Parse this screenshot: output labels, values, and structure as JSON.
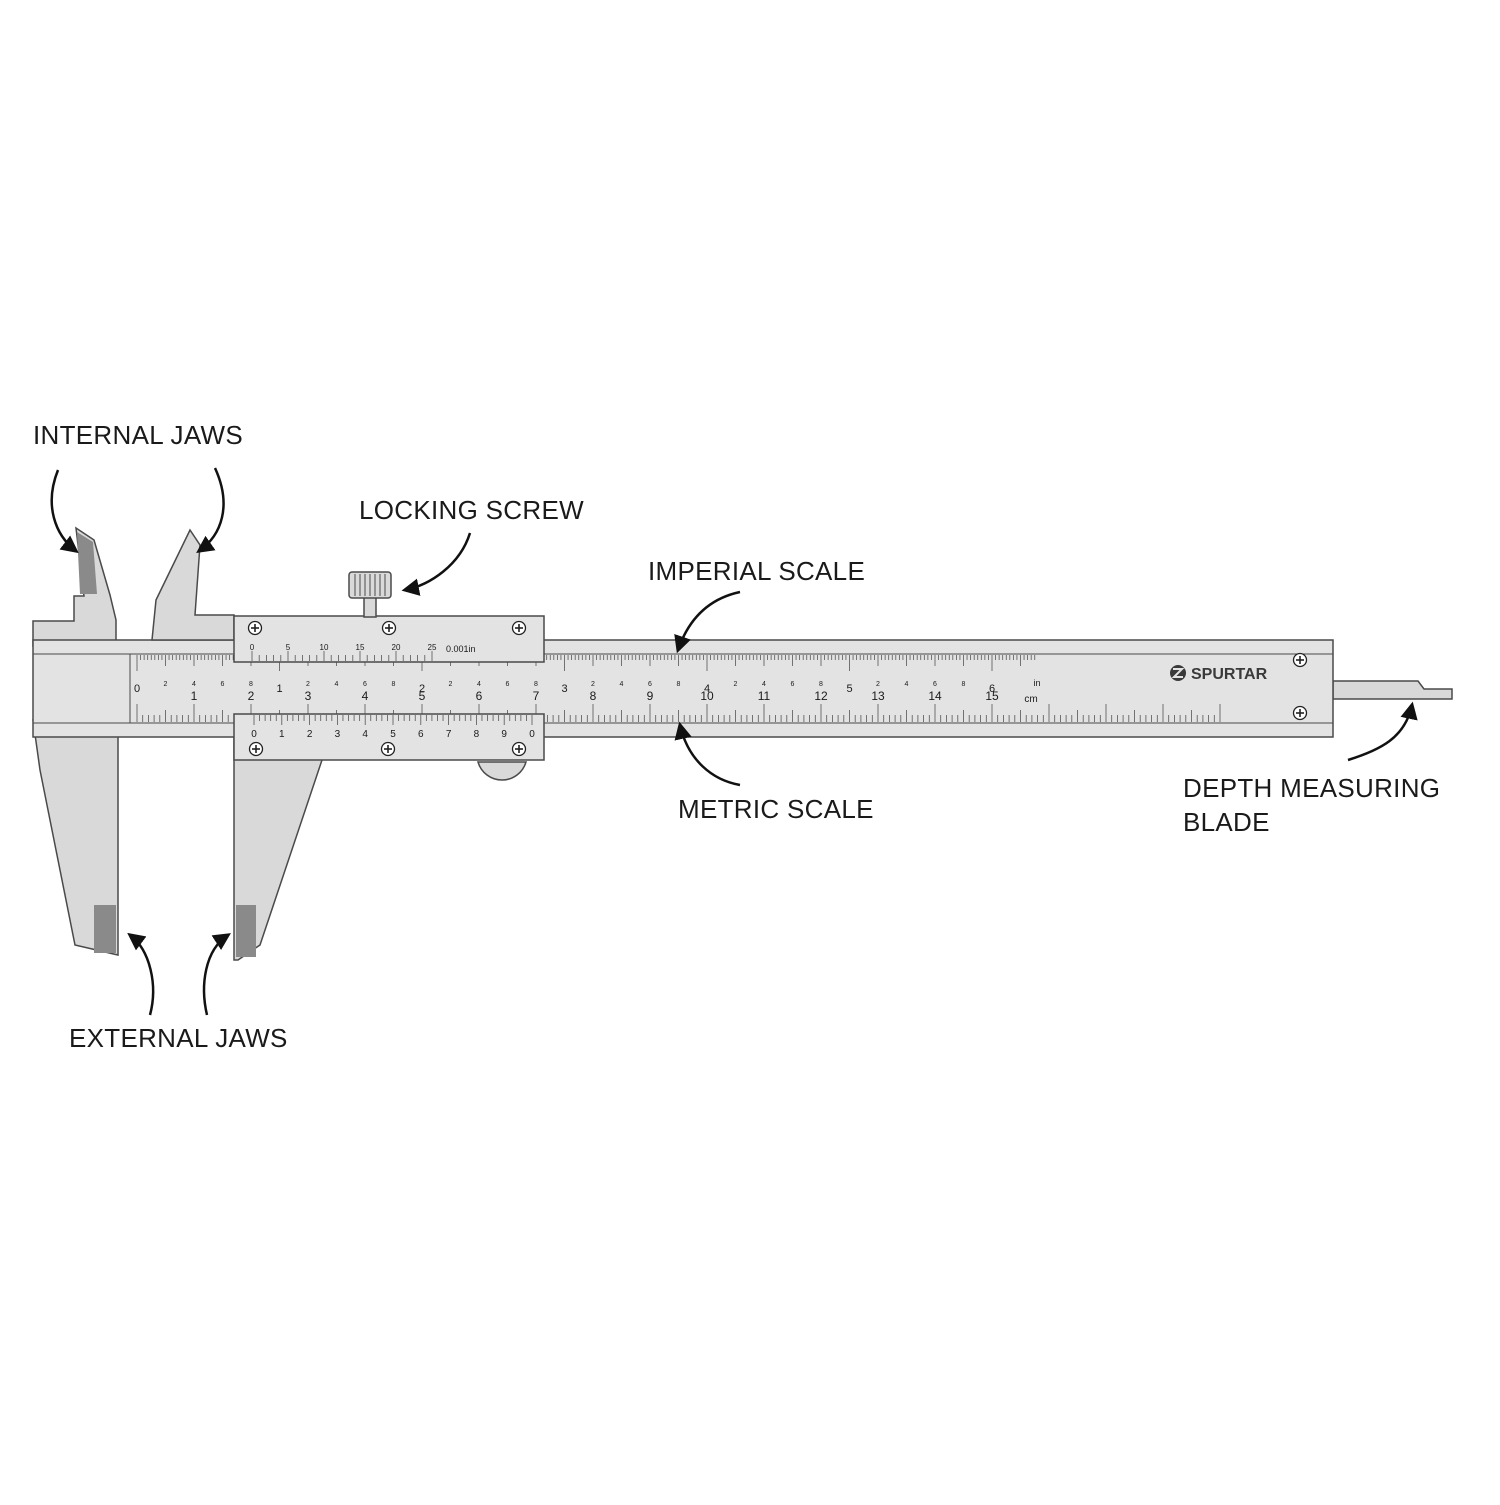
{
  "labels": {
    "internal_jaws": "INTERNAL JAWS",
    "locking_screw": "LOCKING SCREW",
    "imperial_scale": "IMPERIAL SCALE",
    "metric_scale": "METRIC SCALE",
    "external_jaws": "EXTERNAL JAWS",
    "depth_blade_line1": "DEPTH MEASURING",
    "depth_blade_line2": "BLADE"
  },
  "brand": "SPURTAR",
  "imperial_vernier": {
    "ticks": [
      "0",
      "5",
      "10",
      "15",
      "20",
      "25"
    ],
    "resolution": "0.001in"
  },
  "metric_vernier": {
    "ticks": [
      "0",
      "1",
      "2",
      "3",
      "4",
      "5",
      "6",
      "7",
      "8",
      "9",
      "0"
    ]
  },
  "main_scale": {
    "inch_major": [
      "0",
      "1",
      "2",
      "3",
      "4",
      "5",
      "6"
    ],
    "inch_minor": [
      "2",
      "4",
      "6",
      "8"
    ],
    "cm": [
      "1",
      "2",
      "3",
      "4",
      "5",
      "6",
      "7",
      "8",
      "9",
      "10",
      "11",
      "12",
      "13",
      "14",
      "15"
    ],
    "unit_in": "in",
    "unit_cm": "cm"
  },
  "colors": {
    "body": "#d9d9d9",
    "body_light": "#e3e3e3",
    "outline": "#4a4a4a",
    "jaw_tip": "#8a8a8a",
    "text": "#1a1a1a"
  },
  "icons": {
    "screw": "phillips-screw-icon",
    "arrow": "curved-arrow-icon",
    "logo": "spurtar-logo-icon"
  }
}
